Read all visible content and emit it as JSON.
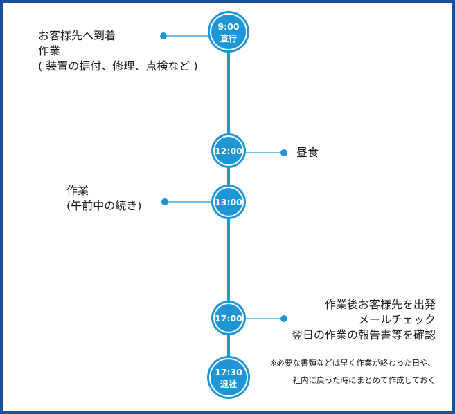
{
  "colors": {
    "frame": "#1d4f9c",
    "line": "#1e96d6",
    "node_fill": "#1e96d6",
    "node_ring": "#ffffff",
    "text": "#1a1a1a"
  },
  "timeline": {
    "nodes": [
      {
        "time": "9:00",
        "sub": "直行"
      },
      {
        "time": "12:00",
        "sub": ""
      },
      {
        "time": "13:00",
        "sub": ""
      },
      {
        "time": "17:00",
        "sub": ""
      },
      {
        "time": "17:30",
        "sub": "退社"
      }
    ]
  },
  "events": {
    "e900": {
      "lines": [
        "お客様先へ到着",
        "作業",
        "( 装置の据付、修理、点検など )"
      ]
    },
    "e1200": {
      "lines": [
        "昼食"
      ]
    },
    "e1300": {
      "lines": [
        "作業",
        "(午前中の続き)"
      ]
    },
    "e1700": {
      "lines": [
        "作業後お客様先を出発",
        "メールチェック",
        "翌日の作業の報告書等を確認"
      ]
    }
  },
  "note": {
    "lines": [
      "※必要な書類などは早く作業が終わった日や、",
      "社内に戻った時にまとめて作成しておく"
    ]
  }
}
